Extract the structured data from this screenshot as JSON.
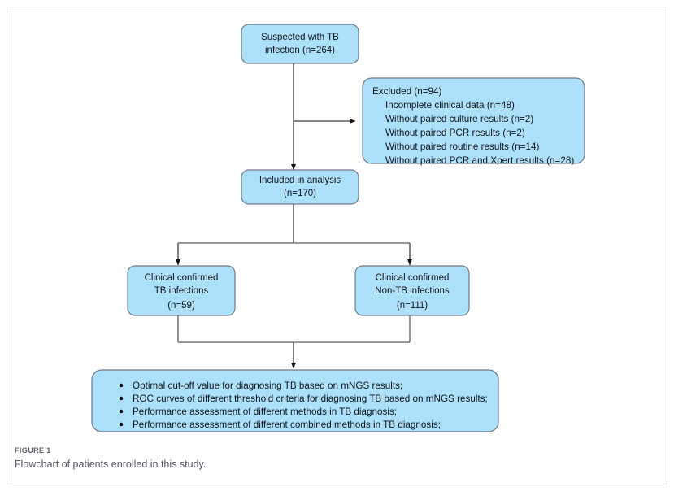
{
  "figure": {
    "label": "FIGURE 1",
    "caption": "Flowchart of patients enrolled in this study.",
    "colors": {
      "node_fill": "#ade0fb",
      "node_border": "#6f7b8a",
      "connector": "#3a3a3a",
      "text": "#12141a",
      "caption_text": "#55555f",
      "frame_border": "#e3e3e5",
      "background": "#ffffff"
    }
  },
  "chart_data": {
    "type": "diagram",
    "title": "Flowchart of patients enrolled in this study.",
    "nodes": [
      {
        "id": "suspected",
        "lines": [
          "Suspected with TB",
          "infection (n=264)"
        ],
        "count": 264
      },
      {
        "id": "excluded",
        "lines": [
          "Excluded (n=94)",
          "Incomplete clinical data (n=48)",
          "Without paired culture results (n=2)",
          "Without paired PCR results (n=2)",
          "Without paired routine results (n=14)",
          "Without paired PCR and Xpert  results (n=28)"
        ],
        "count": 94
      },
      {
        "id": "included",
        "lines": [
          "Included in analysis",
          "(n=170)"
        ],
        "count": 170
      },
      {
        "id": "tb",
        "lines": [
          "Clinical confirmed",
          "TB infections",
          "(n=59)"
        ],
        "count": 59
      },
      {
        "id": "nontb",
        "lines": [
          "Clinical confirmed",
          "Non-TB infections",
          "(n=111)"
        ],
        "count": 111
      },
      {
        "id": "outcomes",
        "lines": [
          "Optimal cut-off value for diagnosing TB based on mNGS results;",
          "ROC curves of different threshold criteria for diagnosing TB based on mNGS results;",
          "Performance assessment of different methods in TB diagnosis;",
          "Performance assessment of different combined methods in TB diagnosis;"
        ]
      }
    ],
    "edges": [
      {
        "from": "suspected",
        "to": "excluded"
      },
      {
        "from": "suspected",
        "to": "included"
      },
      {
        "from": "included",
        "to": "tb"
      },
      {
        "from": "included",
        "to": "nontb"
      },
      {
        "from": "tb",
        "to": "outcomes"
      },
      {
        "from": "nontb",
        "to": "outcomes"
      }
    ]
  },
  "nodes": {
    "suspected": {
      "line1": "Suspected with TB",
      "line2": "infection (n=264)"
    },
    "excluded": {
      "line1": "Excluded (n=94)",
      "line2": "Incomplete clinical data (n=48)",
      "line3": "Without paired culture results (n=2)",
      "line4": "Without paired PCR results (n=2)",
      "line5": "Without paired routine results (n=14)",
      "line6": "Without paired PCR and Xpert  results (n=28)"
    },
    "included": {
      "line1": "Included in analysis",
      "line2": "(n=170)"
    },
    "tb": {
      "line1": "Clinical confirmed",
      "line2": "TB infections",
      "line3": "(n=59)"
    },
    "nontb": {
      "line1": "Clinical confirmed",
      "line2": "Non-TB infections",
      "line3": "(n=111)"
    },
    "outcomes": {
      "bullet1": "Optimal cut-off value for diagnosing TB based on mNGS results;",
      "bullet2": "ROC curves of different threshold criteria for diagnosing TB based on mNGS results;",
      "bullet3": "Performance assessment of different methods in TB diagnosis;",
      "bullet4": "Performance assessment of different combined methods in TB diagnosis;"
    }
  }
}
